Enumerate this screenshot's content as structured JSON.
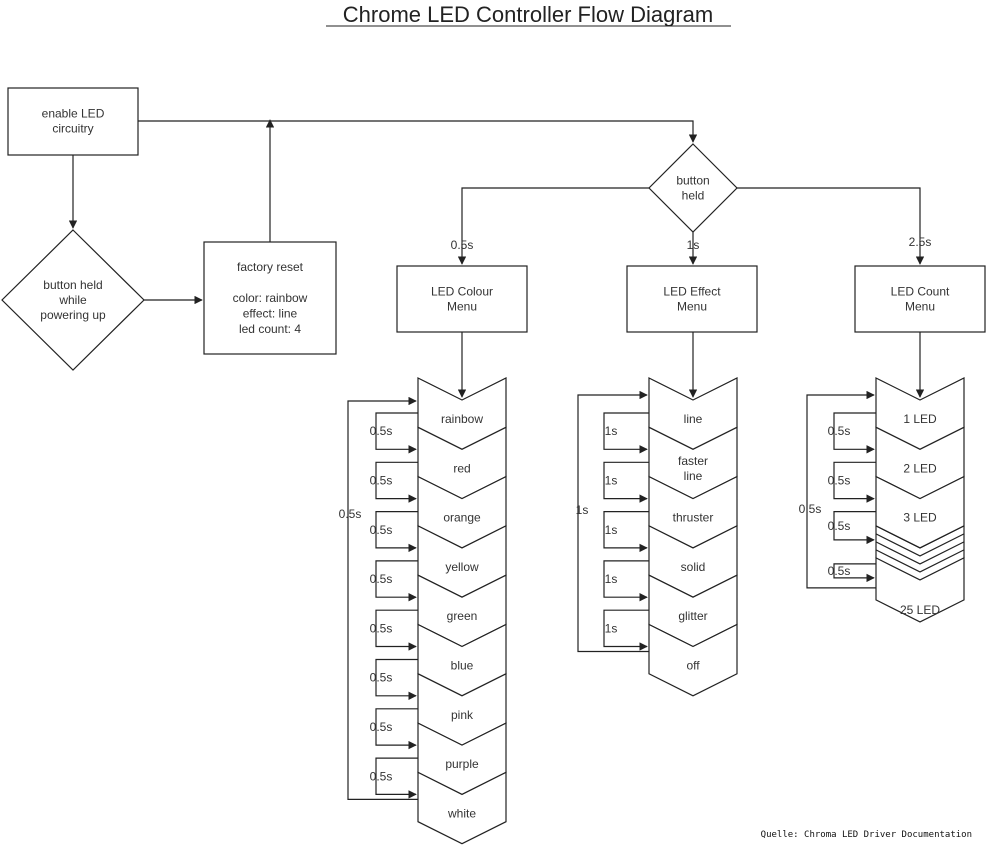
{
  "title": "Chrome LED Controller Flow Diagram",
  "caption": "Quelle: Chroma LED Driver Documentation",
  "nodes": {
    "enable": [
      "enable LED",
      "circuitry"
    ],
    "held_power": [
      "button held",
      "while",
      "powering up"
    ],
    "reset": [
      "factory reset",
      "",
      "color: rainbow",
      "effect: line",
      "led count: 4"
    ],
    "button_held": [
      "button",
      "held"
    ],
    "colour_menu": [
      "LED Colour",
      "Menu"
    ],
    "effect_menu": [
      "LED Effect",
      "Menu"
    ],
    "count_menu": [
      "LED Count",
      "Menu"
    ]
  },
  "branch_labels": {
    "colour": "0.5s",
    "effect": "1s",
    "count": "2.5s"
  },
  "colour_items": [
    "rainbow",
    "red",
    "orange",
    "yellow",
    "green",
    "blue",
    "pink",
    "purple",
    "white"
  ],
  "effect_items": [
    [
      "line"
    ],
    [
      "faster",
      "line"
    ],
    [
      "thruster"
    ],
    [
      "solid"
    ],
    [
      "glitter"
    ],
    [
      "off"
    ]
  ],
  "count_items": [
    "1 LED",
    "2 LED",
    "3 LED",
    "25 LED"
  ],
  "colour_step": "0.5s",
  "colour_loop": "0.5s",
  "effect_step": "1s",
  "effect_loop": "1s",
  "count_step": "0.5s",
  "count_loop": "0.5s",
  "colors": {
    "stroke": "#222222",
    "text": "#333333"
  }
}
